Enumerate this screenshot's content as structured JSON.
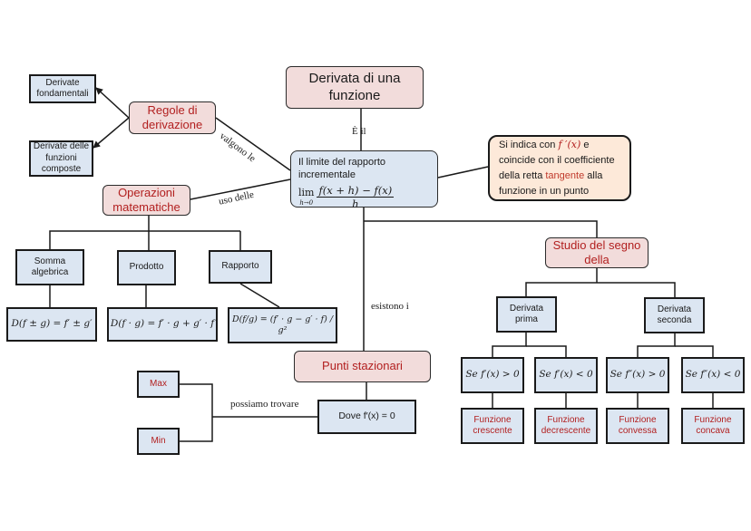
{
  "nodes": {
    "root": "Derivata di una funzione",
    "limit_text": "Il limite del rapporto incrementale",
    "limit_formula": {
      "lim": "lim",
      "sub": "h→0",
      "num": "f(x + h) − f(x)",
      "den": "h"
    },
    "notation": {
      "part1": "Si indica con",
      "symbol": "f ′(x)",
      "part2": "e coincide con il coefficiente della retta",
      "highlight": "tangente",
      "part3": "alla funzione in un punto"
    },
    "rules": "Regole di derivazione",
    "rule_fundamental": "Derivate fondamentali",
    "rule_composite": "Derivate delle funzioni composte",
    "operations": "Operazioni matematiche",
    "op_sum": "Somma algebrica",
    "op_product": "Prodotto",
    "op_ratio": "Rapporto",
    "f_sum": "D(f ± g) = f′ ± g′",
    "f_product": "D(f · g) = f′ · g + g′ · f",
    "f_ratio": "D(f/g) = (f′ · g − g′ · f) / g²",
    "study": "Studio del segno della",
    "first_deriv": "Derivata prima",
    "second_deriv": "Derivata seconda",
    "c1": "Se f′(x) > 0",
    "c2": "Se f′(x) < 0",
    "c3": "Se f″(x) > 0",
    "c4": "Se f″(x) < 0",
    "r1": "Funzione crescente",
    "r2": "Funzione decrescente",
    "r3": "Funzione convessa",
    "r4": "Funzione concava",
    "stationary": "Punti stazionari",
    "where": "Dove f′(x) = 0",
    "max": "Max",
    "min": "Min"
  },
  "edge_labels": {
    "is": "È il",
    "apply": "valgono le",
    "use": "uso delle",
    "exist": "esistono i",
    "find": "possiamo trovare"
  },
  "colors": {
    "pink_fill": "#f2dcdb",
    "blue_fill": "#dce6f2",
    "peach_fill": "#fde9d9",
    "red_text": "#b21f1f"
  }
}
